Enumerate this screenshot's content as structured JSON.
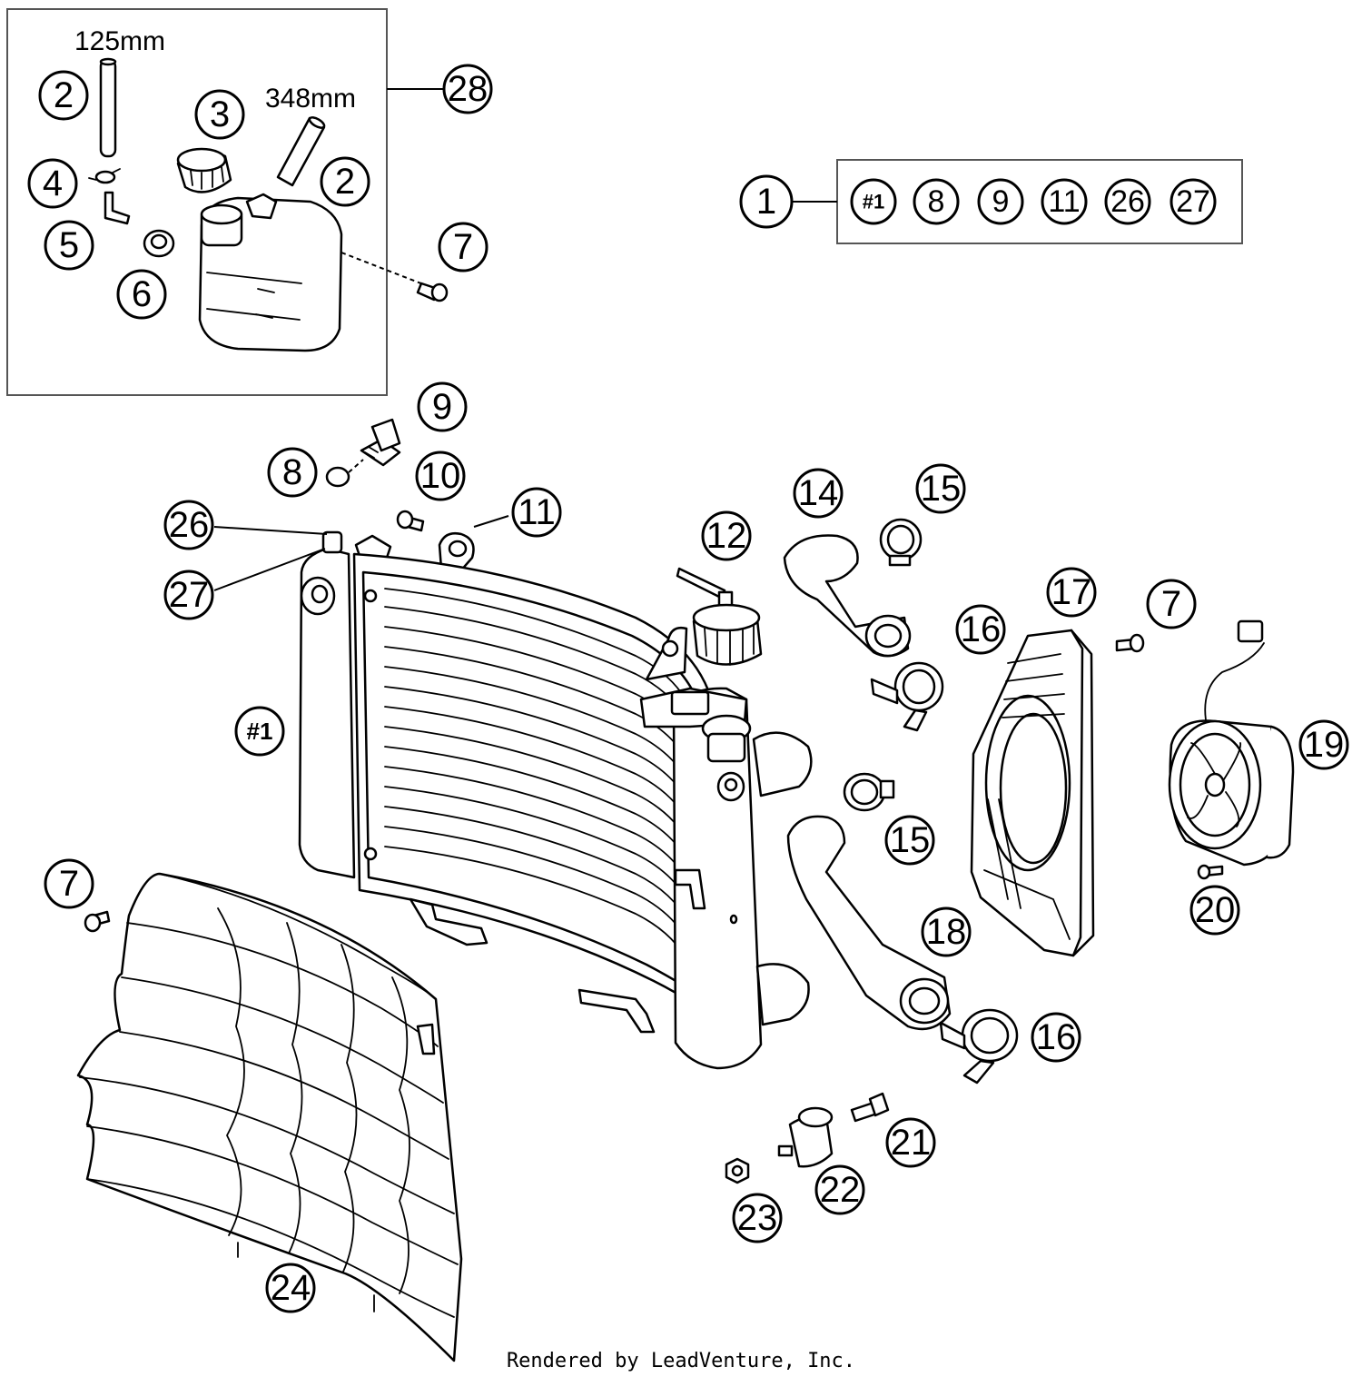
{
  "footer": "Rendered by LeadVenture, Inc.",
  "dimensions": {
    "hose_short": "125mm",
    "hose_long": "348mm"
  },
  "kit": {
    "label": "1",
    "contents": [
      "#1",
      "8",
      "9",
      "11",
      "26",
      "27"
    ]
  },
  "callouts": {
    "c2a": "2",
    "c2b": "2",
    "c3": "3",
    "c4": "4",
    "c5": "5",
    "c6": "6",
    "c7a": "7",
    "c7b": "7",
    "c7c": "7",
    "c8": "8",
    "c9": "9",
    "c10": "10",
    "c11": "11",
    "c12": "12",
    "c14": "14",
    "c15a": "15",
    "c15b": "15",
    "c16a": "16",
    "c16b": "16",
    "c17": "17",
    "c18": "18",
    "c19": "19",
    "c20": "20",
    "c21": "21",
    "c22": "22",
    "c23": "23",
    "c24": "24",
    "c26": "26",
    "c27": "27",
    "c28": "28",
    "radiator": "#1"
  }
}
